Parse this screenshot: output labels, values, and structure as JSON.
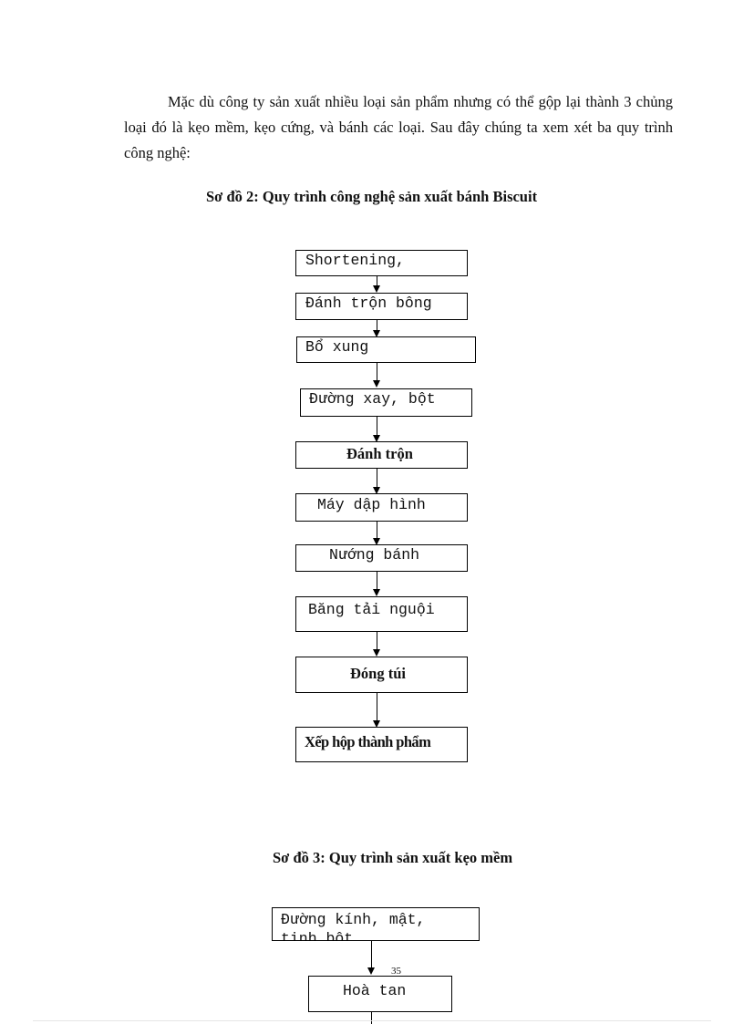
{
  "intro_paragraph": "Mặc dù công ty sản xuất nhiều loại sản phẩm nhưng có thể gộp lại thành 3 chủng loại đó là kẹo mềm, kẹo cứng, và bánh các loại. Sau đây chúng ta xem xét ba quy trình công nghệ:",
  "diagram2": {
    "title": "Sơ đồ 2: Quy trình công nghệ sản xuất bánh Biscuit",
    "steps": [
      "Shortening,",
      "Đánh trộn bông",
      "Bổ xung",
      "Đường xay, bột",
      "Đánh trộn",
      "Máy dập hình",
      "Nướng bánh",
      "Băng tải nguội",
      "Đóng túi",
      "Xếp hộp thành phẩm"
    ]
  },
  "diagram3": {
    "title": "Sơ đồ 3: Quy trình sản xuất kẹo mềm",
    "steps": [
      "Đường kính, mật,",
      "tinh bột",
      "Hoà tan"
    ]
  },
  "page_number": "35"
}
